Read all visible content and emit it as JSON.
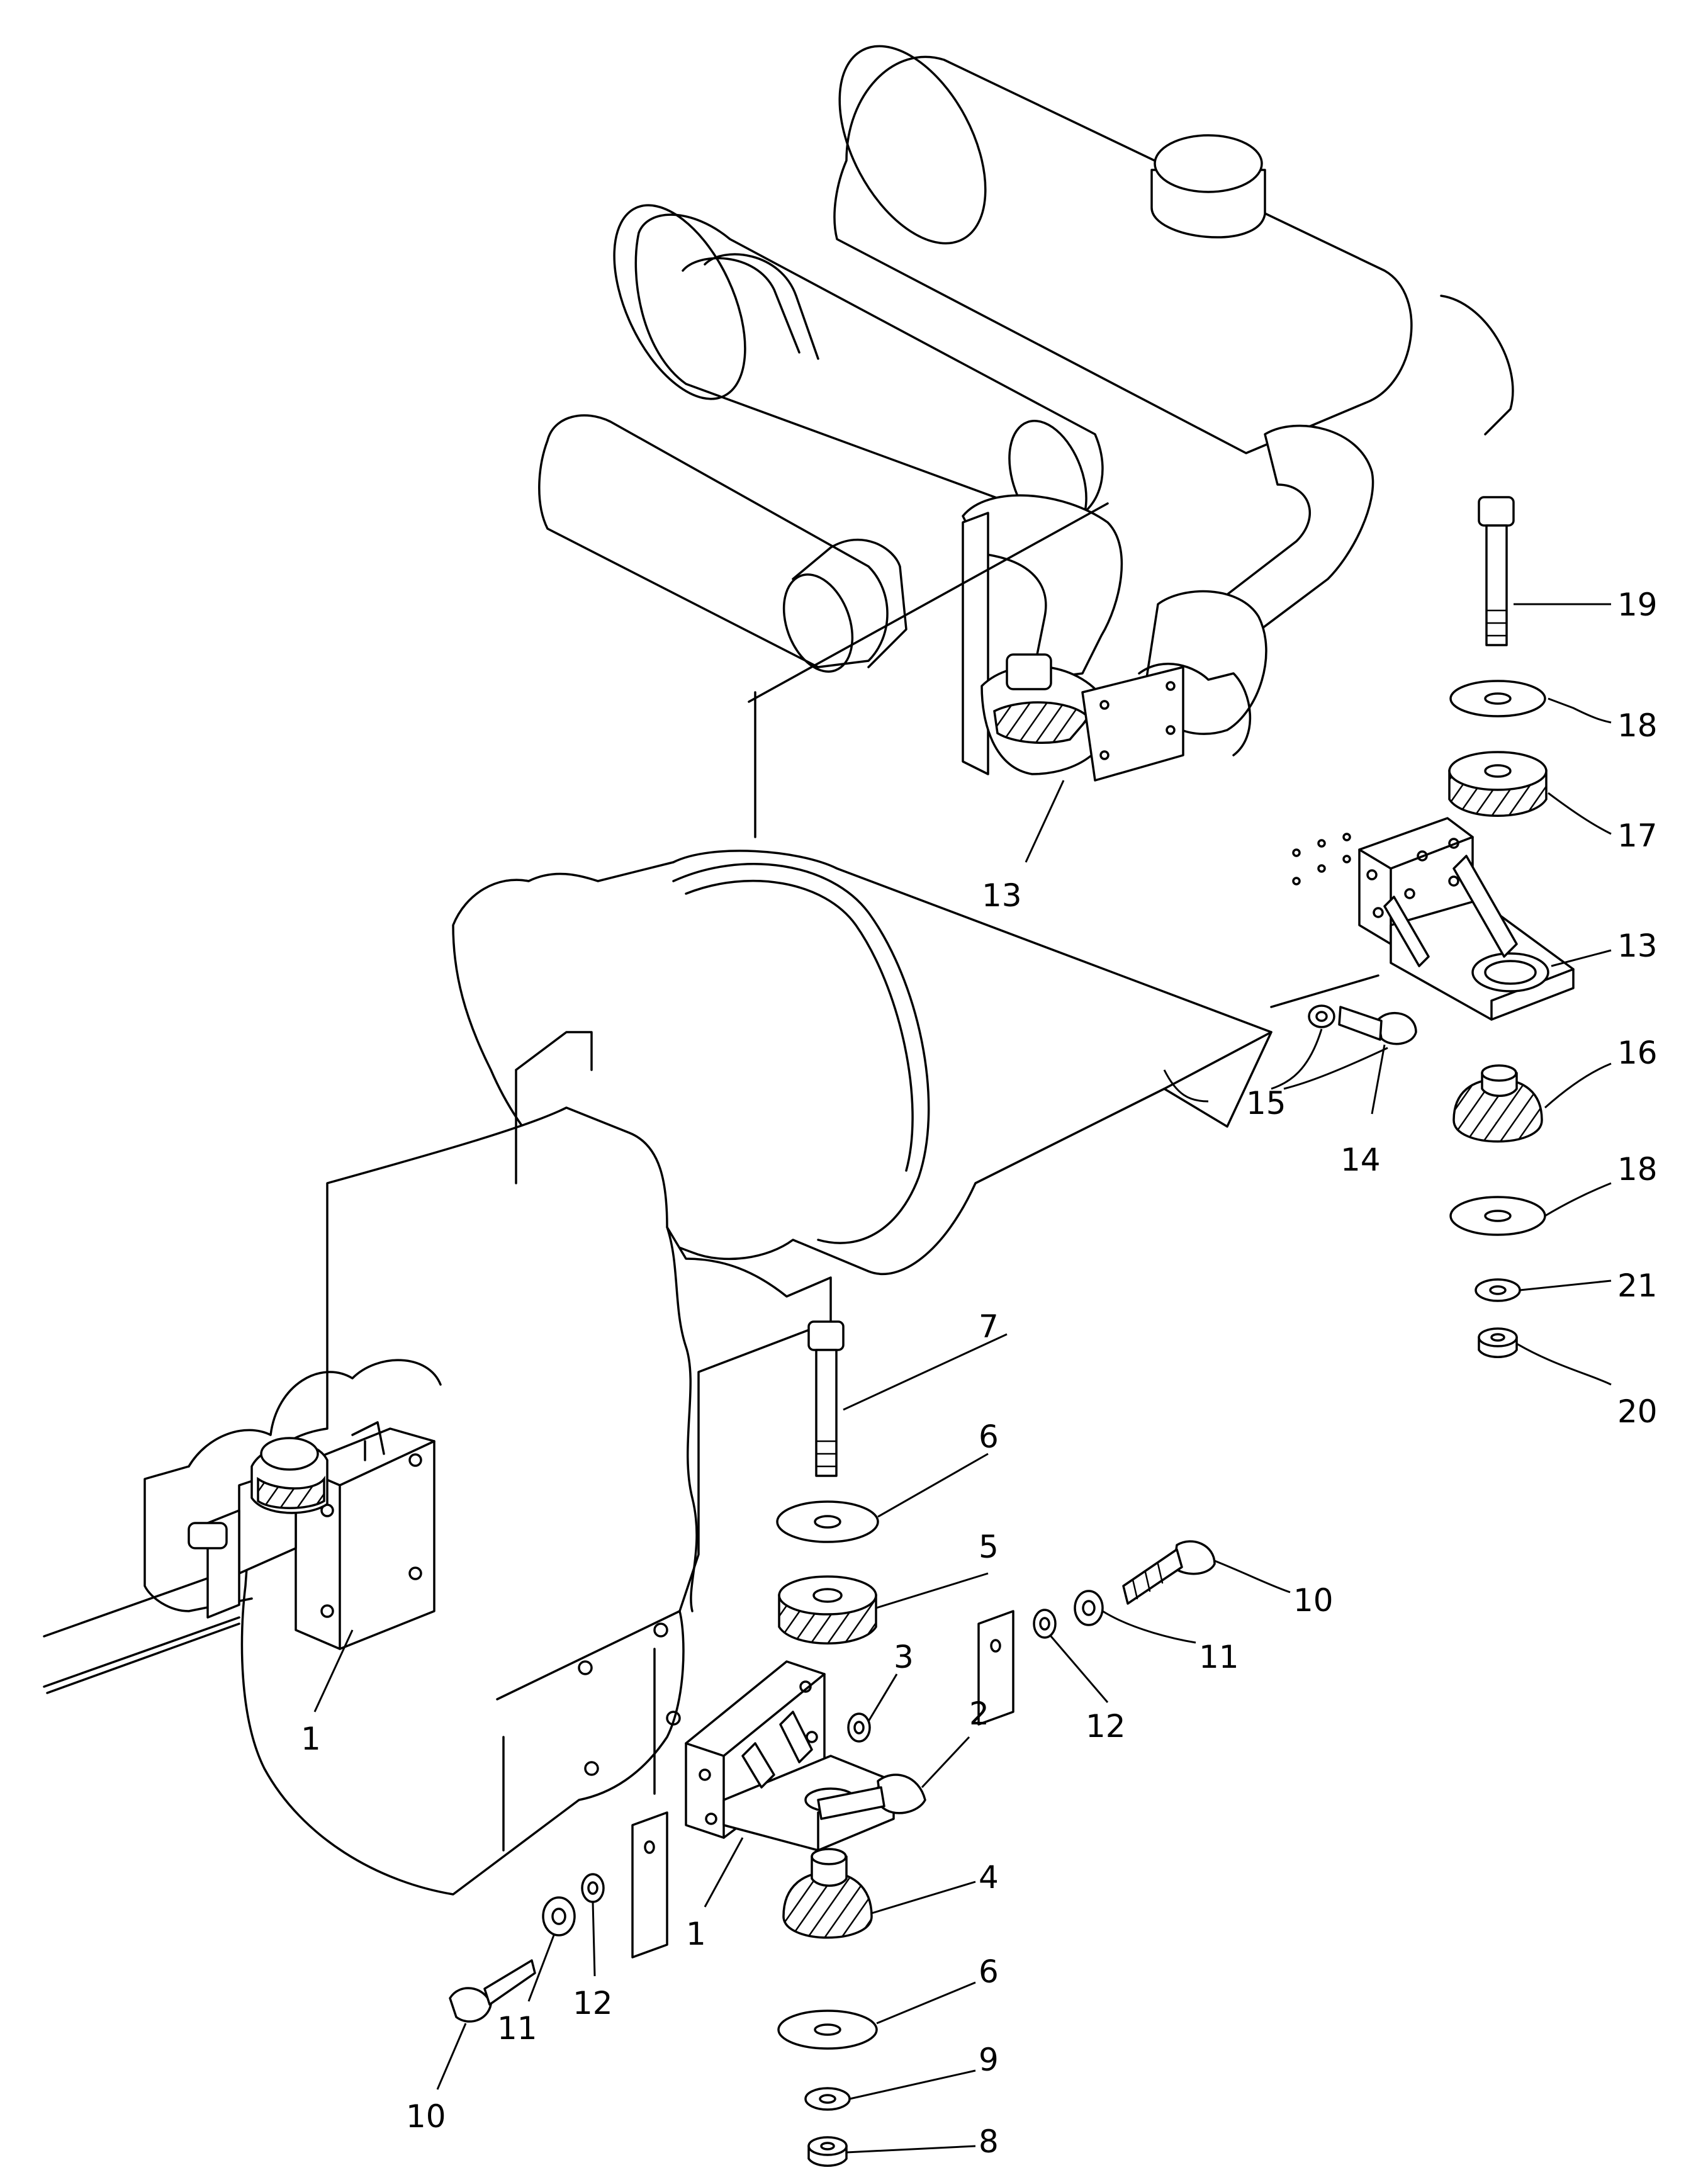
{
  "callouts": [
    {
      "id": "c19",
      "text": "19"
    },
    {
      "id": "c18a",
      "text": "18"
    },
    {
      "id": "c17",
      "text": "17"
    },
    {
      "id": "c13a",
      "text": "13"
    },
    {
      "id": "c13b",
      "text": "13"
    },
    {
      "id": "c16",
      "text": "16"
    },
    {
      "id": "c15",
      "text": "15"
    },
    {
      "id": "c14",
      "text": "14"
    },
    {
      "id": "c18b",
      "text": "18"
    },
    {
      "id": "c21",
      "text": "21"
    },
    {
      "id": "c20",
      "text": "20"
    },
    {
      "id": "c7",
      "text": "7"
    },
    {
      "id": "c6a",
      "text": "6"
    },
    {
      "id": "c5",
      "text": "5"
    },
    {
      "id": "c10a",
      "text": "10"
    },
    {
      "id": "c11a",
      "text": "11"
    },
    {
      "id": "c12a",
      "text": "12"
    },
    {
      "id": "c3",
      "text": "3"
    },
    {
      "id": "c2",
      "text": "2"
    },
    {
      "id": "c1a",
      "text": "1"
    },
    {
      "id": "c1b",
      "text": "1"
    },
    {
      "id": "c4",
      "text": "4"
    },
    {
      "id": "c6b",
      "text": "6"
    },
    {
      "id": "c9",
      "text": "9"
    },
    {
      "id": "c8",
      "text": "8"
    },
    {
      "id": "c10b",
      "text": "10"
    },
    {
      "id": "c11b",
      "text": "11"
    },
    {
      "id": "c12b",
      "text": "12"
    }
  ]
}
